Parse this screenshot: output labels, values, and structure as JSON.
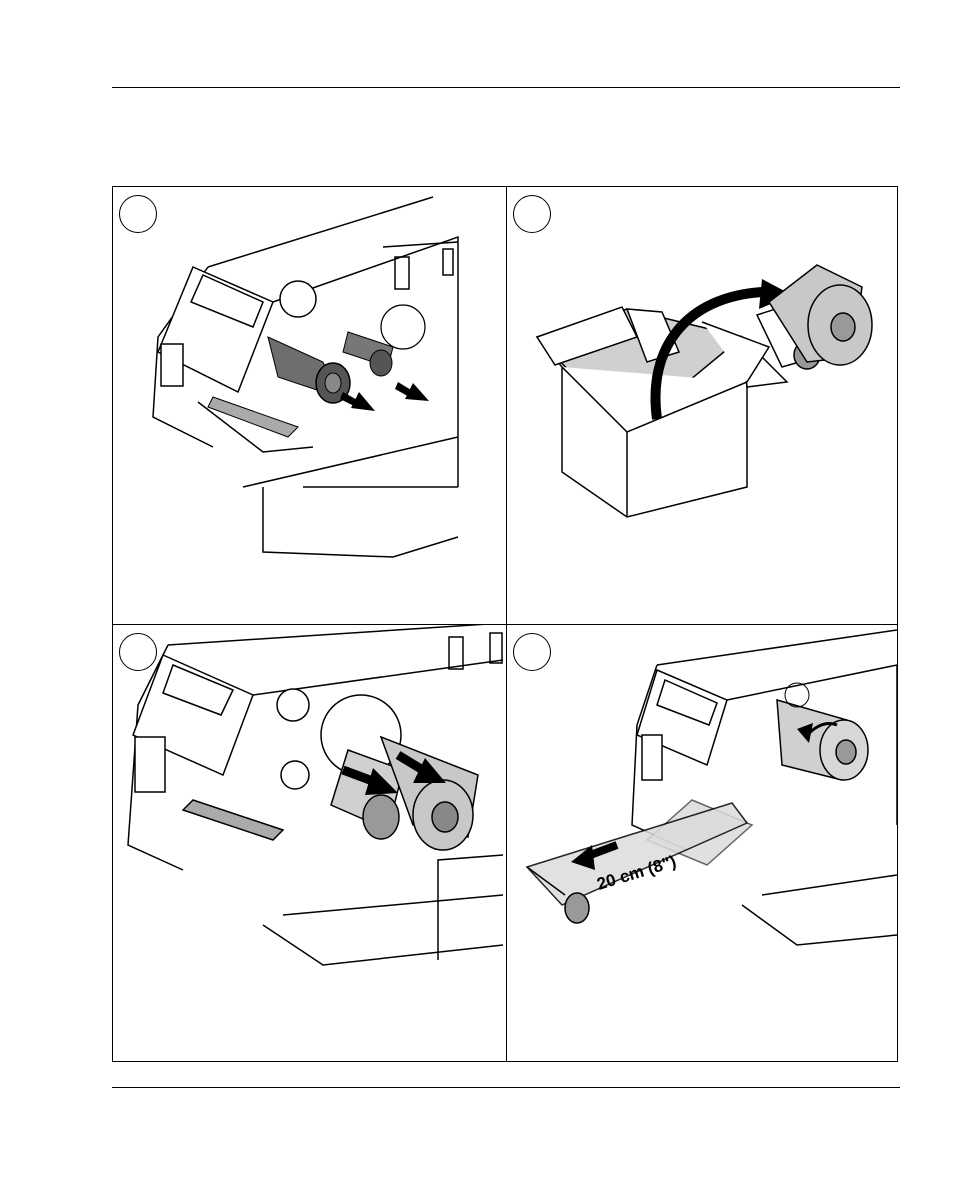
{
  "page": {
    "steps": [
      {
        "number": "",
        "illustration": "remove-used-ribbon-rolls"
      },
      {
        "number": "",
        "illustration": "unpack-new-ribbon-roll"
      },
      {
        "number": "",
        "illustration": "load-ribbon-supply-roll"
      },
      {
        "number": "",
        "illustration": "pull-out-ribbon-leader"
      }
    ],
    "annotations": {
      "leader_length": "20 cm (8\")"
    },
    "colors": {
      "line": "#000000",
      "roll_dark": "#6e6e6e",
      "roll_light": "#c8c8c8",
      "background": "#ffffff"
    }
  }
}
